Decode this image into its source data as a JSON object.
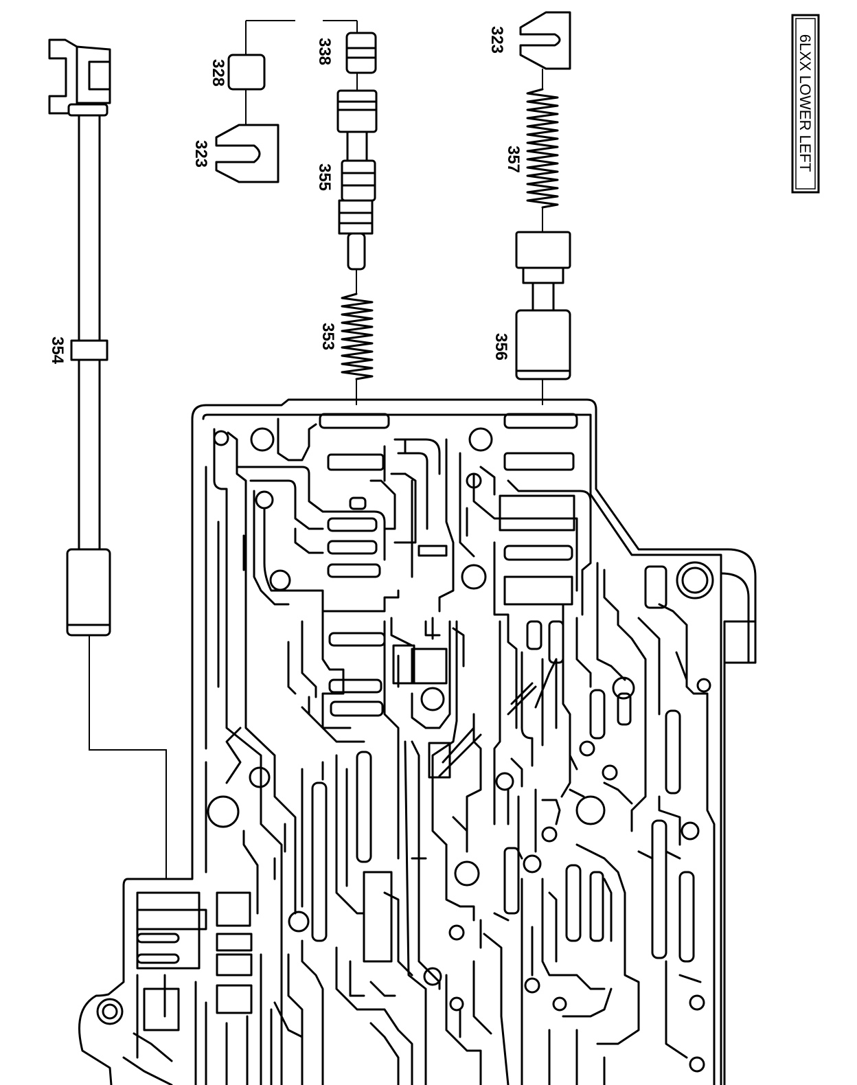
{
  "diagram": {
    "title": "6LXX LOWER LEFT",
    "callouts": {
      "c338": "338",
      "c328": "328",
      "c323a": "323",
      "c323b": "323",
      "c355": "355",
      "c353": "353",
      "c357": "357",
      "c356": "356",
      "c354": "354"
    }
  }
}
